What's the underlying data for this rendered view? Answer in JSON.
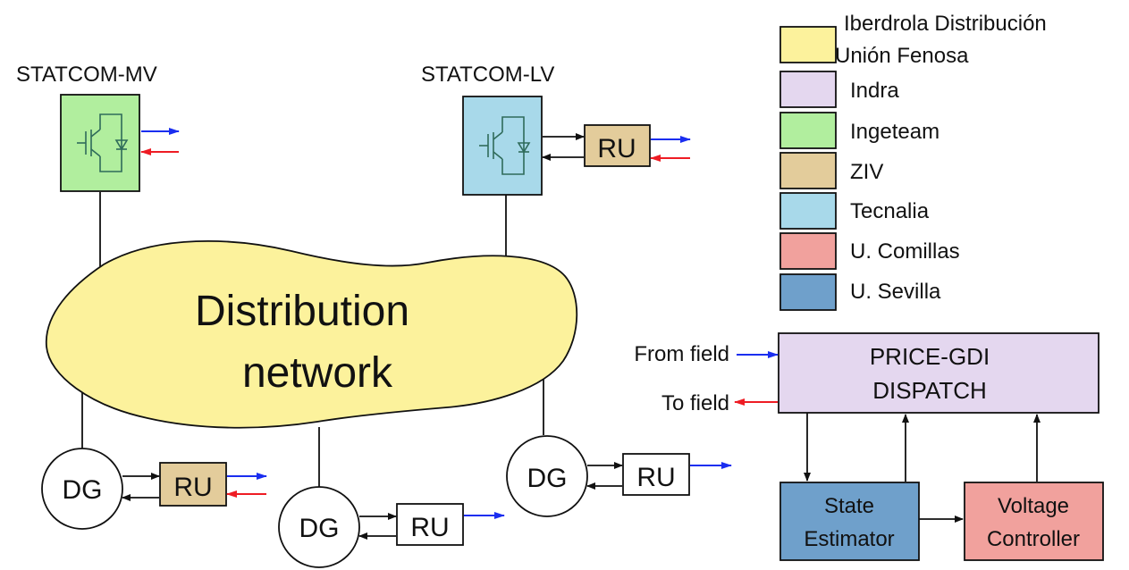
{
  "network": {
    "line1": "Distribution",
    "line2": "network",
    "fill": "#fcf29c"
  },
  "statcom_mv": {
    "label": "STATCOM-MV",
    "fill": "#b1ee9e"
  },
  "statcom_lv": {
    "label": "STATCOM-LV",
    "fill": "#a8d9ea"
  },
  "ru_label": "RU",
  "dg_label": "DG",
  "legend": [
    {
      "line1": "Iberdrola Distribución",
      "line2": "Unión Fenosa",
      "color": "#fcf29c"
    },
    {
      "line1": "Indra",
      "color": "#e4d7ef"
    },
    {
      "line1": "Ingeteam",
      "color": "#b1ee9e"
    },
    {
      "line1": "ZIV",
      "color": "#e3cc9b"
    },
    {
      "line1": "Tecnalia",
      "color": "#a8d9ea"
    },
    {
      "line1": "U. Comillas",
      "color": "#f1a19d"
    },
    {
      "line1": "U. Sevilla",
      "color": "#6fa0cb"
    }
  ],
  "dispatch": {
    "line1": "PRICE-GDI",
    "line2": "DISPATCH",
    "fill": "#e4d7ef"
  },
  "from_field": "From field",
  "to_field": "To field",
  "state_estimator": {
    "line1": "State",
    "line2": "Estimator",
    "fill": "#6fa0cb"
  },
  "voltage_controller": {
    "line1": "Voltage",
    "line2": "Controller",
    "fill": "#f1a19d"
  },
  "colors": {
    "blue_arrow": "#1a2ef0",
    "red_arrow": "#ee1c24",
    "ru_ziv": "#e3cc9b",
    "converter_stroke": "#2f6b5a"
  }
}
